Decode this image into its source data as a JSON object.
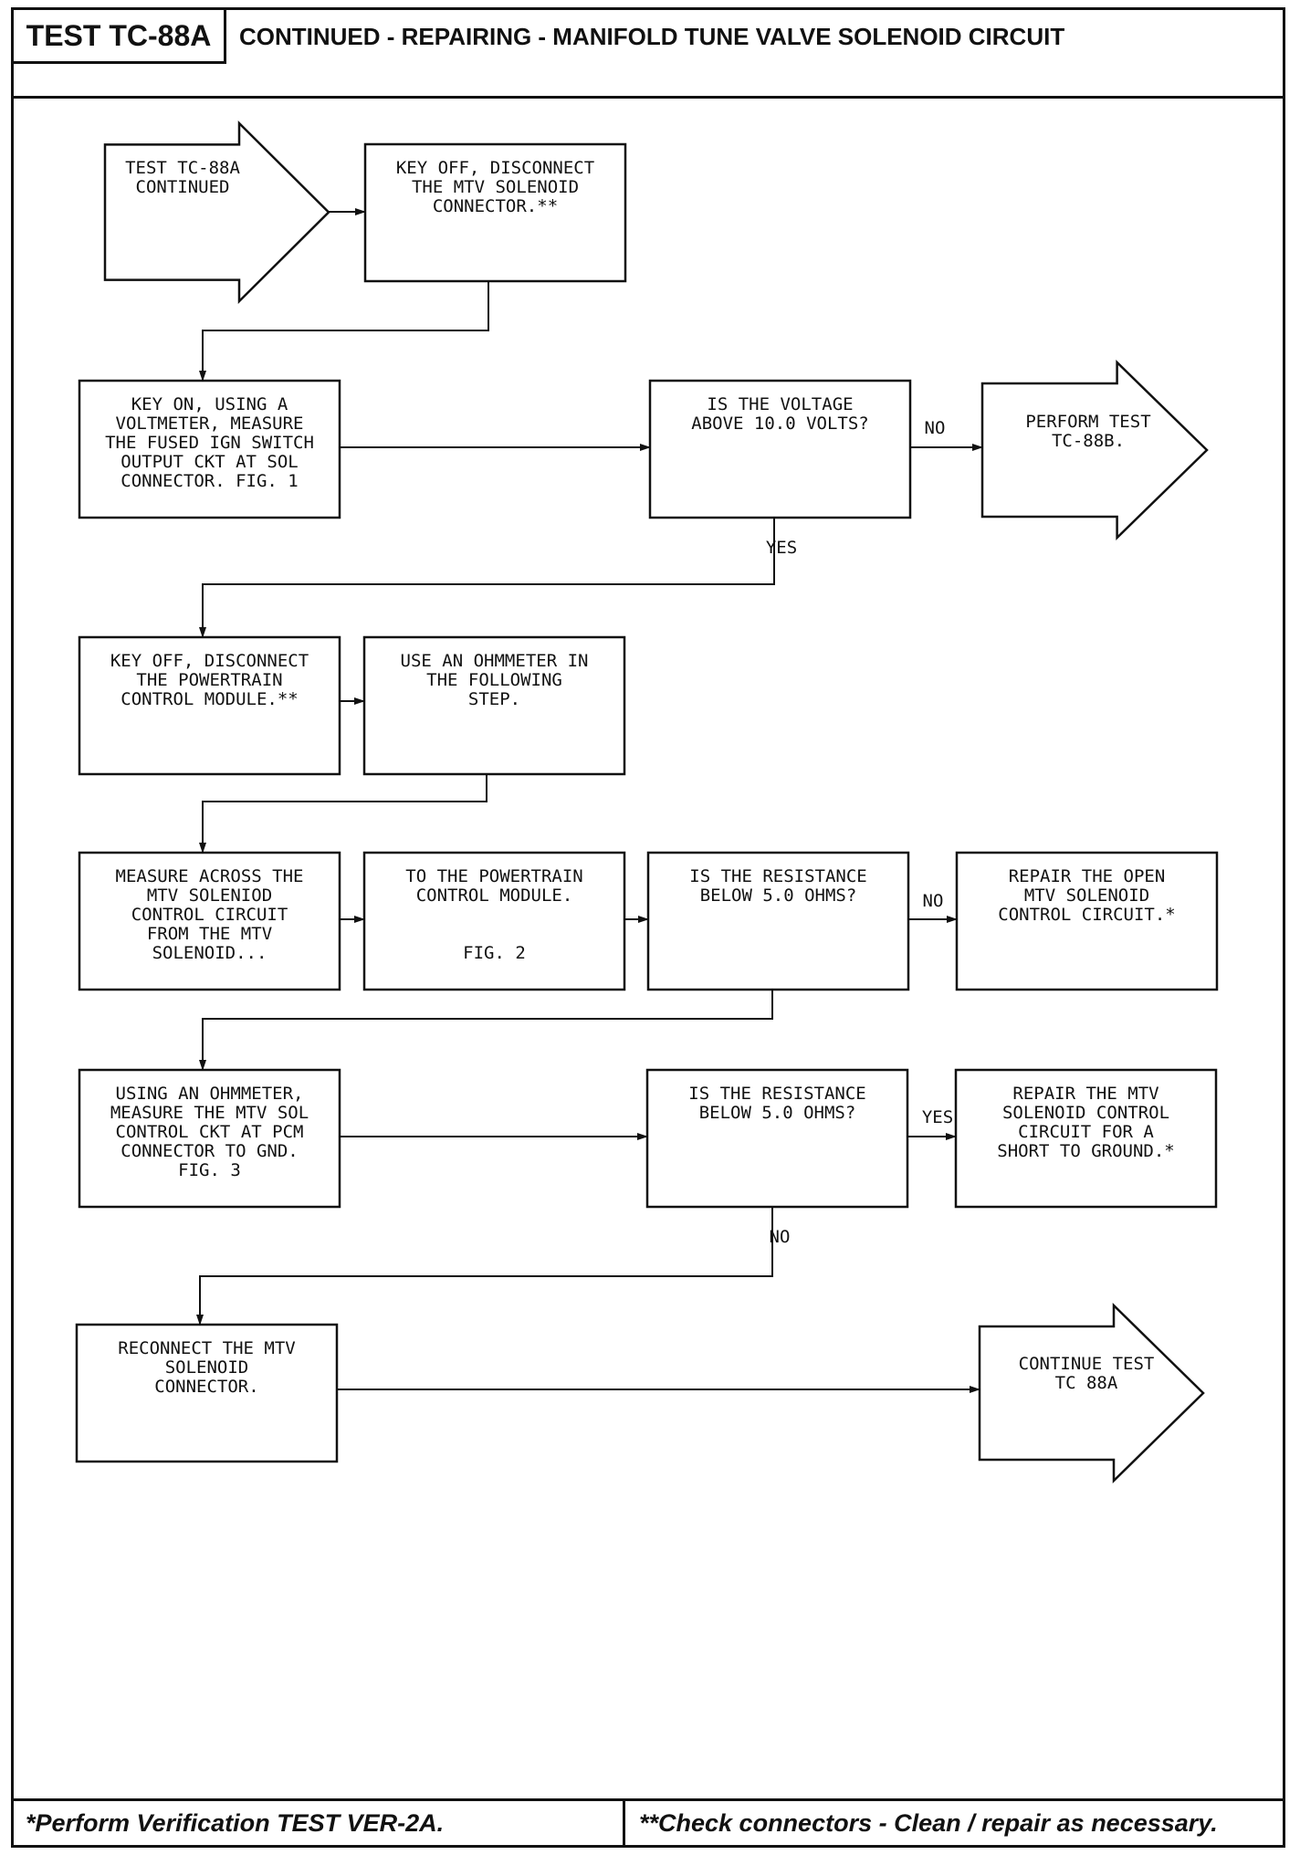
{
  "header": {
    "test_id": "TEST TC-88A",
    "title": "CONTINUED - REPAIRING - MANIFOLD TUNE VALVE SOLENOID CIRCUIT"
  },
  "footer": {
    "left_note": "*Perform Verification TEST VER-2A.",
    "right_note": "**Check connectors - Clean / repair as necessary."
  },
  "nodes": [
    {
      "id": "start",
      "shape": "arrow",
      "lines": [
        "TEST TC-88A",
        "CONTINUED"
      ]
    },
    {
      "id": "key-off-mtv",
      "shape": "box",
      "lines": [
        "KEY OFF, DISCONNECT",
        "THE MTV SOLENOID",
        "CONNECTOR.**"
      ]
    },
    {
      "id": "key-on-measure",
      "shape": "box",
      "lines": [
        "KEY ON, USING A",
        "VOLTMETER, MEASURE",
        "THE FUSED IGN SWITCH",
        "OUTPUT CKT AT SOL",
        "CONNECTOR. FIG. 1"
      ]
    },
    {
      "id": "voltage-question",
      "shape": "box",
      "lines": [
        "IS THE VOLTAGE",
        "ABOVE 10.0 VOLTS?"
      ]
    },
    {
      "id": "perform-tc88b",
      "shape": "arrow",
      "lines": [
        "PERFORM TEST",
        "TC-88B."
      ]
    },
    {
      "id": "key-off-pcm",
      "shape": "box",
      "lines": [
        "KEY OFF, DISCONNECT",
        "THE POWERTRAIN",
        "CONTROL MODULE.**"
      ]
    },
    {
      "id": "use-ohmmeter",
      "shape": "box",
      "lines": [
        "USE AN OHMMETER IN",
        "THE FOLLOWING",
        "STEP."
      ]
    },
    {
      "id": "measure-across",
      "shape": "box",
      "lines": [
        "MEASURE ACROSS THE",
        "MTV SOLENIOD",
        "CONTROL CIRCUIT",
        "FROM THE MTV",
        "SOLENOID..."
      ]
    },
    {
      "id": "to-pcm",
      "shape": "box",
      "lines": [
        "TO THE POWERTRAIN",
        "CONTROL MODULE.",
        "",
        "",
        "FIG. 2"
      ]
    },
    {
      "id": "resistance-question-1",
      "shape": "box",
      "lines": [
        "IS THE RESISTANCE",
        "BELOW 5.0 OHMS?"
      ]
    },
    {
      "id": "repair-open",
      "shape": "box",
      "lines": [
        "REPAIR THE OPEN",
        "MTV SOLENOID",
        "CONTROL CIRCUIT.*"
      ]
    },
    {
      "id": "using-ohmmeter",
      "shape": "box",
      "lines": [
        "USING AN OHMMETER,",
        "MEASURE THE MTV SOL",
        "CONTROL CKT AT PCM",
        "CONNECTOR TO GND.",
        "FIG. 3"
      ]
    },
    {
      "id": "resistance-question-2",
      "shape": "box",
      "lines": [
        "IS THE RESISTANCE",
        "BELOW 5.0 OHMS?"
      ]
    },
    {
      "id": "repair-short",
      "shape": "box",
      "lines": [
        "REPAIR THE MTV",
        "SOLENOID CONTROL",
        "CIRCUIT FOR A",
        "SHORT TO GROUND.*"
      ]
    },
    {
      "id": "reconnect",
      "shape": "box",
      "lines": [
        "RECONNECT THE MTV",
        "SOLENOID",
        "CONNECTOR."
      ]
    },
    {
      "id": "continue-test",
      "shape": "arrow",
      "lines": [
        "CONTINUE TEST",
        "TC 88A"
      ]
    }
  ],
  "edges": [
    {
      "from": "start",
      "to": "key-off-mtv",
      "label": ""
    },
    {
      "from": "key-off-mtv",
      "to": "key-on-measure",
      "label": ""
    },
    {
      "from": "key-on-measure",
      "to": "voltage-question",
      "label": ""
    },
    {
      "from": "voltage-question",
      "to": "perform-tc88b",
      "label": "NO"
    },
    {
      "from": "voltage-question",
      "to": "key-off-pcm",
      "label": "YES"
    },
    {
      "from": "key-off-pcm",
      "to": "use-ohmmeter",
      "label": ""
    },
    {
      "from": "use-ohmmeter",
      "to": "measure-across",
      "label": ""
    },
    {
      "from": "measure-across",
      "to": "to-pcm",
      "label": ""
    },
    {
      "from": "to-pcm",
      "to": "resistance-question-1",
      "label": ""
    },
    {
      "from": "resistance-question-1",
      "to": "repair-open",
      "label": "NO"
    },
    {
      "from": "resistance-question-1",
      "to": "using-ohmmeter",
      "label": ""
    },
    {
      "from": "using-ohmmeter",
      "to": "resistance-question-2",
      "label": ""
    },
    {
      "from": "resistance-question-2",
      "to": "repair-short",
      "label": "YES"
    },
    {
      "from": "resistance-question-2",
      "to": "reconnect",
      "label": "NO"
    },
    {
      "from": "reconnect",
      "to": "continue-test",
      "label": ""
    }
  ]
}
